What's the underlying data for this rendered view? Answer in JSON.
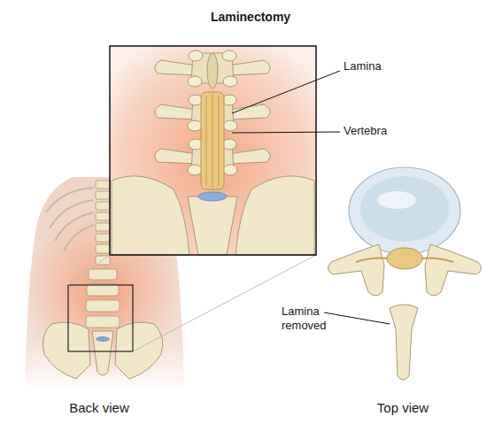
{
  "diagram": {
    "title": "Laminectomy",
    "labels": [
      "Lamina",
      "Vertebra",
      "Lamina removed",
      "Back view",
      "Top view"
    ]
  }
}
